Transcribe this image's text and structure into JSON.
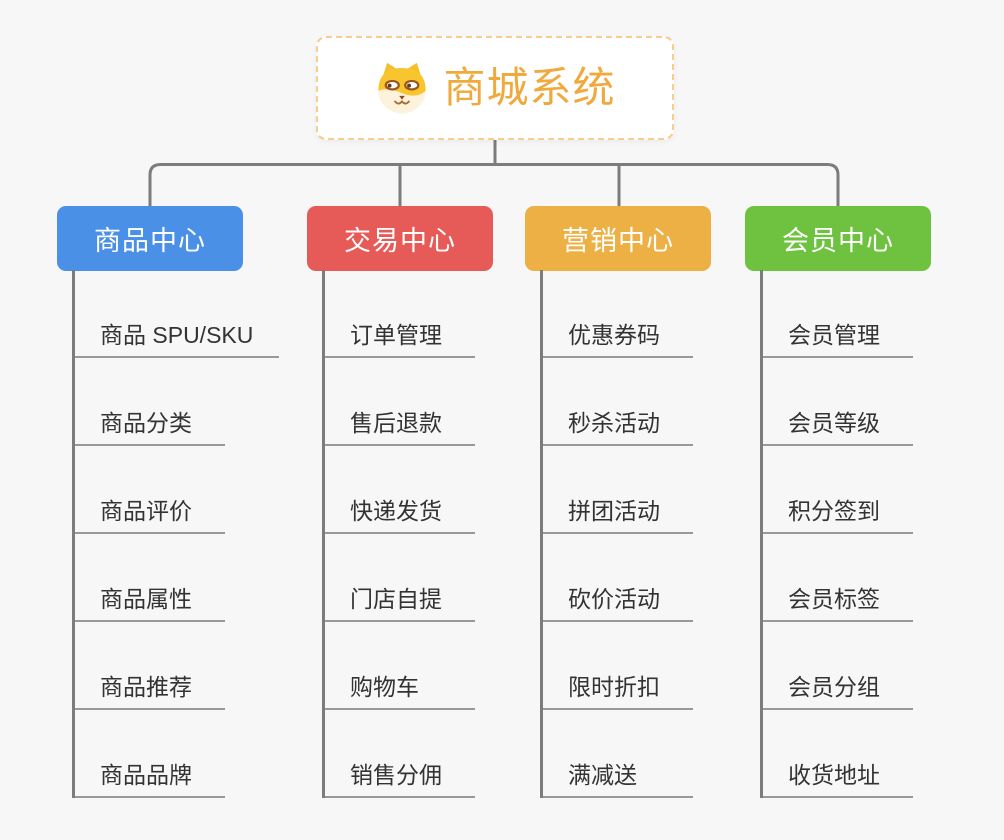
{
  "root": {
    "title": "商城系统",
    "icon": "dog-face-icon"
  },
  "branches": [
    {
      "label": "商品中心",
      "color": "#4a90e6",
      "children": [
        "商品 SPU/SKU",
        "商品分类",
        "商品评价",
        "商品属性",
        "商品推荐",
        "商品品牌"
      ]
    },
    {
      "label": "交易中心",
      "color": "#e65b57",
      "children": [
        "订单管理",
        "售后退款",
        "快递发货",
        "门店自提",
        "购物车",
        "销售分佣"
      ]
    },
    {
      "label": "营销中心",
      "color": "#ecb044",
      "children": [
        "优惠券码",
        "秒杀活动",
        "拼团活动",
        "砍价活动",
        "限时折扣",
        "满减送"
      ]
    },
    {
      "label": "会员中心",
      "color": "#6ec240",
      "children": [
        "会员管理",
        "会员等级",
        "积分签到",
        "会员标签",
        "会员分组",
        "收货地址"
      ]
    }
  ],
  "colors": {
    "background": "#f7f7f7",
    "root_accent": "#f0a93c",
    "root_border": "#f5cd8f",
    "connector": "#7c7c7c",
    "leaf_underline": "#999999",
    "leaf_text": "#333333"
  }
}
